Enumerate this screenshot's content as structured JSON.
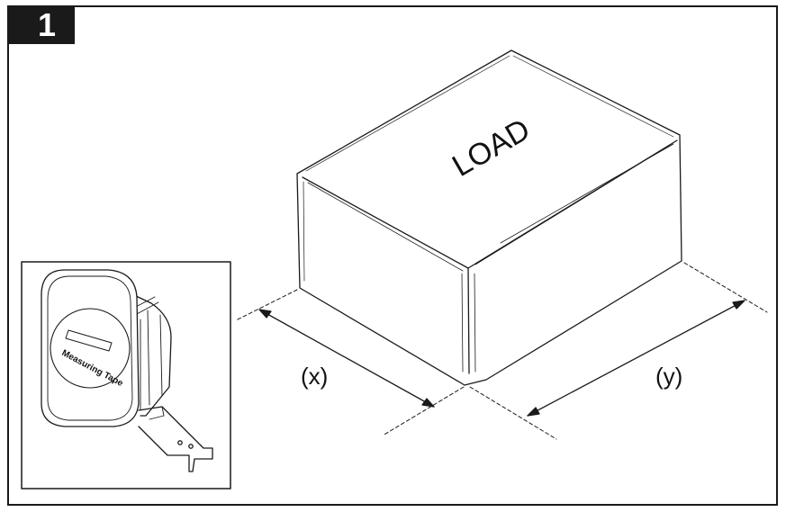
{
  "step": {
    "number": "1"
  },
  "load_box": {
    "label": "LOAD"
  },
  "dimensions": {
    "x_label": "(x)",
    "y_label": "(y)"
  },
  "inset": {
    "tape_label": "Measuring Tape"
  },
  "colors": {
    "line": "#1a1a1a",
    "badge": "#1a1a1a",
    "background": "#ffffff"
  }
}
